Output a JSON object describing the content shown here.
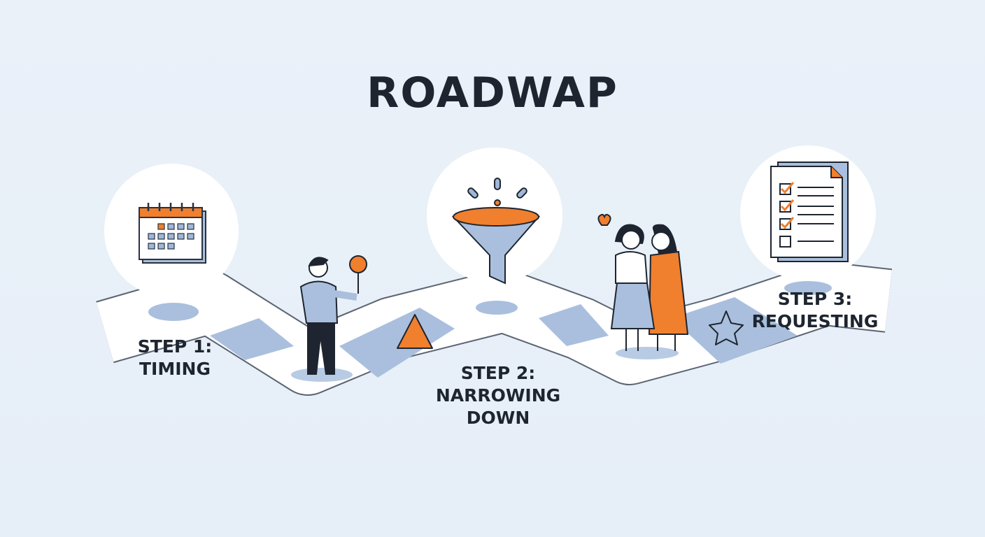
{
  "title": "ROADWAP",
  "steps": [
    {
      "line1": "STEP 1:",
      "line2": "TIMING",
      "icon": "calendar-icon"
    },
    {
      "line1": "STEP 2:",
      "line2": "NARROWING",
      "line3": "DOWN",
      "icon": "funnel-icon"
    },
    {
      "line1": "STEP 3:",
      "line2": "REQUESTING",
      "icon": "checklist-icon"
    }
  ],
  "colors": {
    "accent": "#f07f2e",
    "blue": "#9fb7d8",
    "text": "#1e2530",
    "background": "#e8eff8"
  }
}
